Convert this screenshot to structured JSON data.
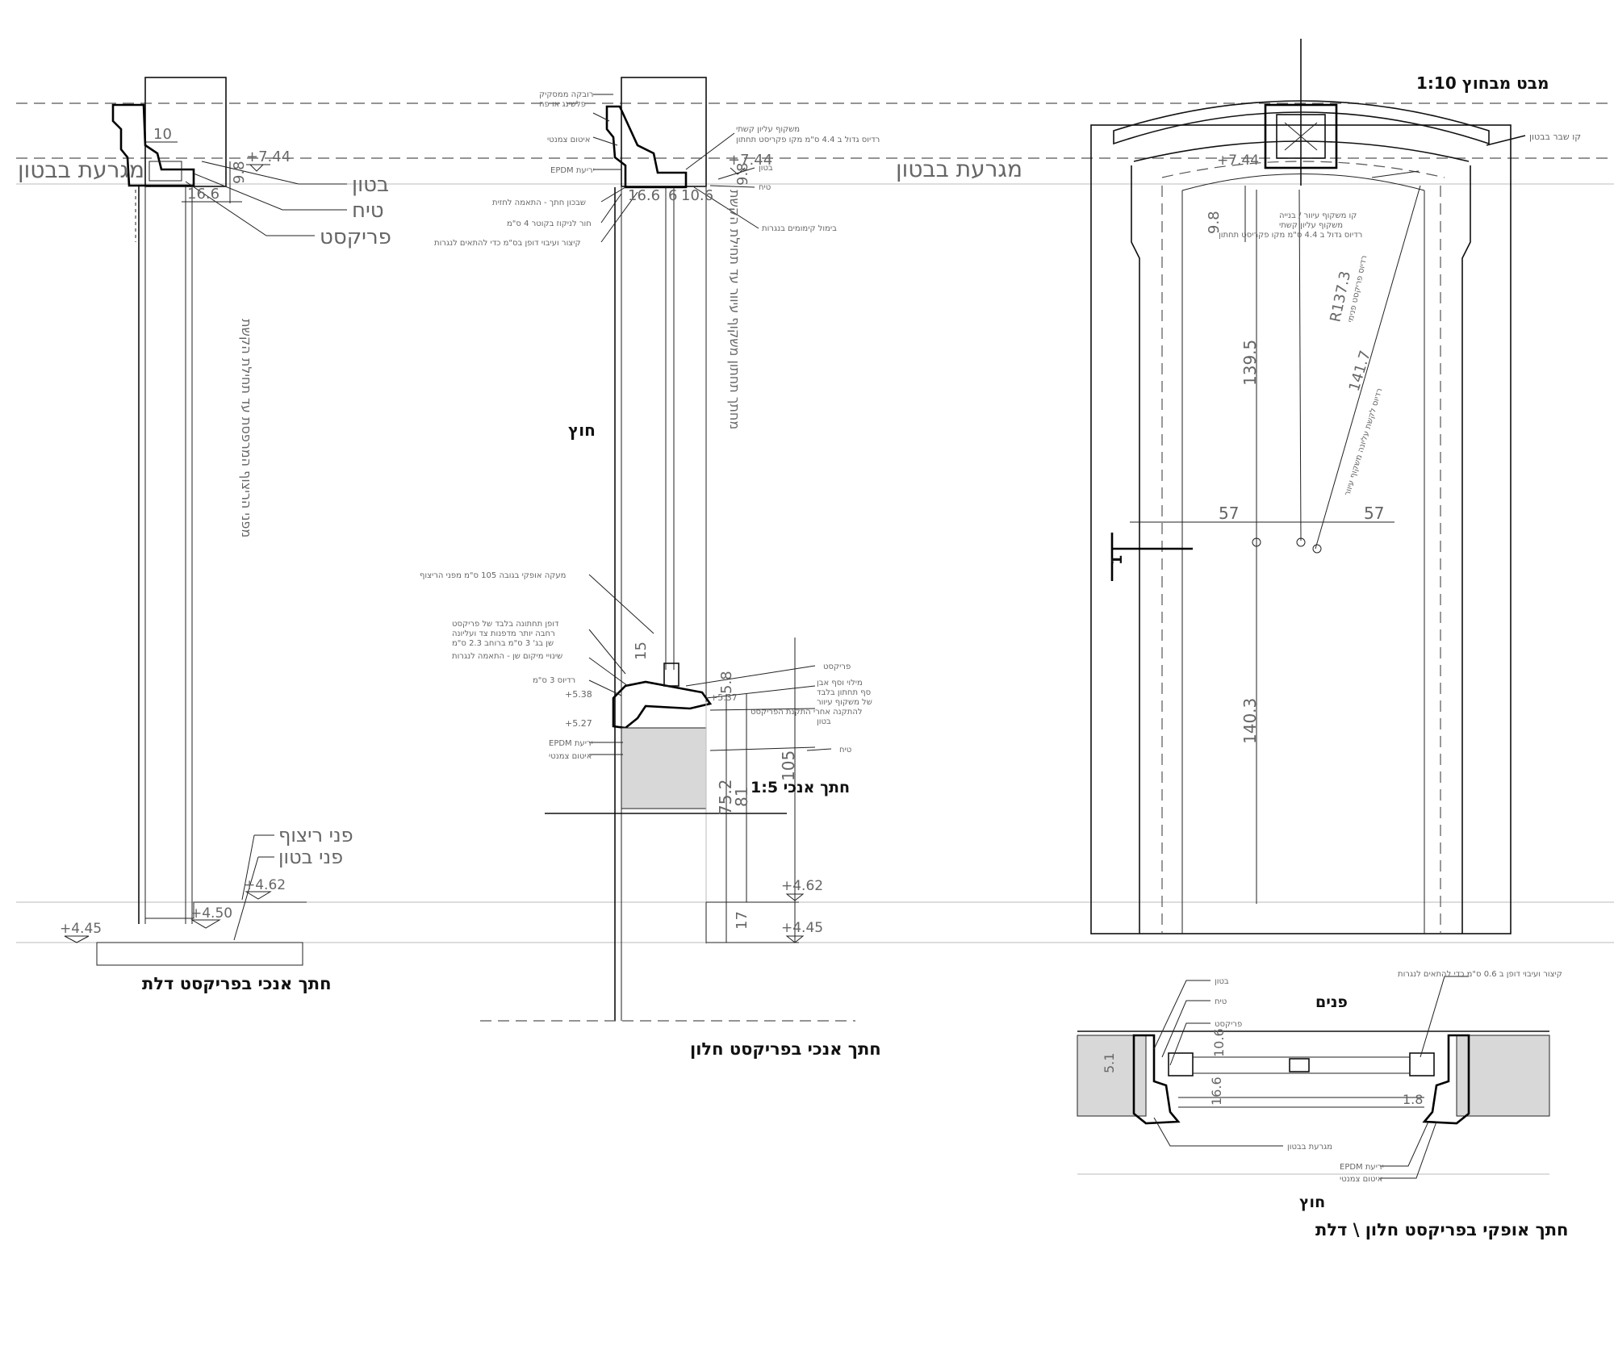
{
  "titles": {
    "door_section": "חתך אנכי בפריקסט דלת",
    "window_section": "חתך אנכי בפריקסט חלון",
    "elevation": "מבט מבחוץ  1:10",
    "plan_section": "חתך אופקי בפריקסט חלון \\ דלת",
    "window_scale": "חתך אנכי 1:5"
  },
  "labels": {
    "groove_concrete": "מגרעת בבטון",
    "concrete": "בטון",
    "plaster": "טיח",
    "precast": "פריקסט",
    "floor_to_arch": "מפני הריצוף המרפסת עד תחילת הקשת",
    "floor_face": "פני ריצוף",
    "concrete_face": "פני בטון",
    "outside": "חוץ",
    "inside": "פנים",
    "window_vertical_note": "מחתך תחתון משקוף עיוור עד תחילת הקשת",
    "concrete_break_line": "קו שבר בבטון",
    "radius_precast_inner": "רדיוס פריקסט פנימי",
    "radius_arch_frame": "רדיוס לקשת עליונה משקוף עיוור",
    "blind_frame_line": "קו משקוף עיוור / בנייה",
    "arched_top_frame": "משקוף עליון קשתי",
    "radius_larger_note": "רדיוס גדול ב 4.4 ס\"מ מקו פקריסט תחתון"
  },
  "window_notes": [
    "רובקה ממסקיק",
    "פלשינג או פח",
    "איטום צמנטי",
    "משקוף עליון קשתי",
    "רדיוס גדול ב 4.4 ס\"מ מקו פקריסט תחתון",
    "EPDM יריעת",
    "בטון",
    "טיח",
    "שבכון חתך - התאמה לחזית",
    "חור לניקוז בקוטר 4 ס\"מ",
    "קיצור ועיבוי דופן בס\"מ כדי להתאים לנגרות",
    "בימול קימומים בנגרות",
    "מעקה אופקי בגובה 105 ס\"מ מפני הריצוף",
    "דופן תחתונה בלבד של פריקסט",
    "רחבה יותר מדפנות צד ועליונה",
    "שן בג' 3 ס\"מ ברוחב 2.3 ס\"מ",
    "שינויי מיקום שן - התאמה לנגרות",
    "רדיוס 3 ס\"מ",
    "פריקסט",
    "מילוי וסף אבן",
    "סף תחתון בלבד",
    "של משקוף עיוור",
    "להתקנה אחרי התקנת הפריקסט",
    "בטון",
    "EPDM יריעת",
    "איטום צמנטי",
    "טיח"
  ],
  "plan_notes": [
    "בטון",
    "טיח",
    "פריקסט",
    "קיצור ועיבוי דופן ב 0.6 ס\"מ כדי להתאים לנגרות",
    "מגרעת בבטון",
    "EPDM יריעת",
    "איטום צמנטי"
  ],
  "dims": {
    "lvl_744": "+7.44",
    "lvl_462": "+4.62",
    "lvl_450": "+4.50",
    "lvl_445": "+4.45",
    "lvl_538": "+5.38",
    "lvl_537": "+5.37",
    "lvl_527": "+5.27",
    "d10": "10",
    "d98": "9.8",
    "d166": "16.6",
    "d6": "6",
    "d106": "10.6",
    "d15": "15",
    "d58": "5.8",
    "d105": "105",
    "d81": "81",
    "d752": "75.2",
    "d17": "17",
    "d1395": "139.5",
    "d1403": "140.3",
    "d57a": "57",
    "d57b": "57",
    "r1373": "R137.3",
    "r1417": "141.7",
    "d51": "5.1",
    "d18": "1.8",
    "d1": "1"
  }
}
